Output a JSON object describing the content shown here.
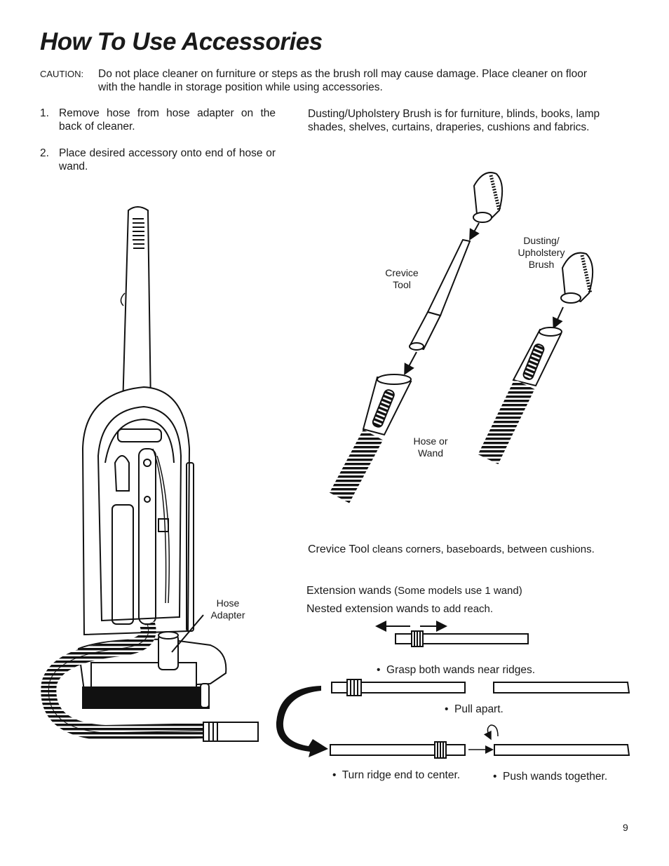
{
  "title": "How To Use Accessories",
  "caution": {
    "label": "CAUTION:",
    "line1": "Do not place cleaner on furniture or steps as the brush roll may cause damage. Place cleaner on floor",
    "line2": "with the handle in storage position while using accessories."
  },
  "steps": [
    {
      "num": "1.",
      "text": "Remove hose from hose adapter on the back of cleaner."
    },
    {
      "num": "2.",
      "text": "Place desired accessory onto end of hose or wand."
    }
  ],
  "dusting_desc": "Dusting/Upholstery Brush is for furniture, blinds, books, lamp shades, shelves, curtains, draperies, cushions and fabrics.",
  "labels": {
    "crevice_tool": [
      "Crevice",
      "Tool"
    ],
    "dusting_brush": [
      "Dusting/",
      "Upholstery",
      "Brush"
    ],
    "hose_wand": [
      "Hose or",
      "Wand"
    ],
    "hose_adapter": [
      "Hose",
      "Adapter"
    ]
  },
  "crevice_caption": {
    "lead": "Crevice Tool",
    "rest": " cleans corners, baseboards, between cushions."
  },
  "extension_caption": {
    "lead": "Extension wands",
    "rest": " (Some models use 1 wand)"
  },
  "nested_caption": {
    "lead": "Nested extension wands",
    "rest": " to add reach."
  },
  "bullets": {
    "grasp": "Grasp both wands near ridges.",
    "pull": "Pull apart.",
    "turn": "Turn ridge end to center.",
    "push": "Push wands together."
  },
  "page_number": "9"
}
